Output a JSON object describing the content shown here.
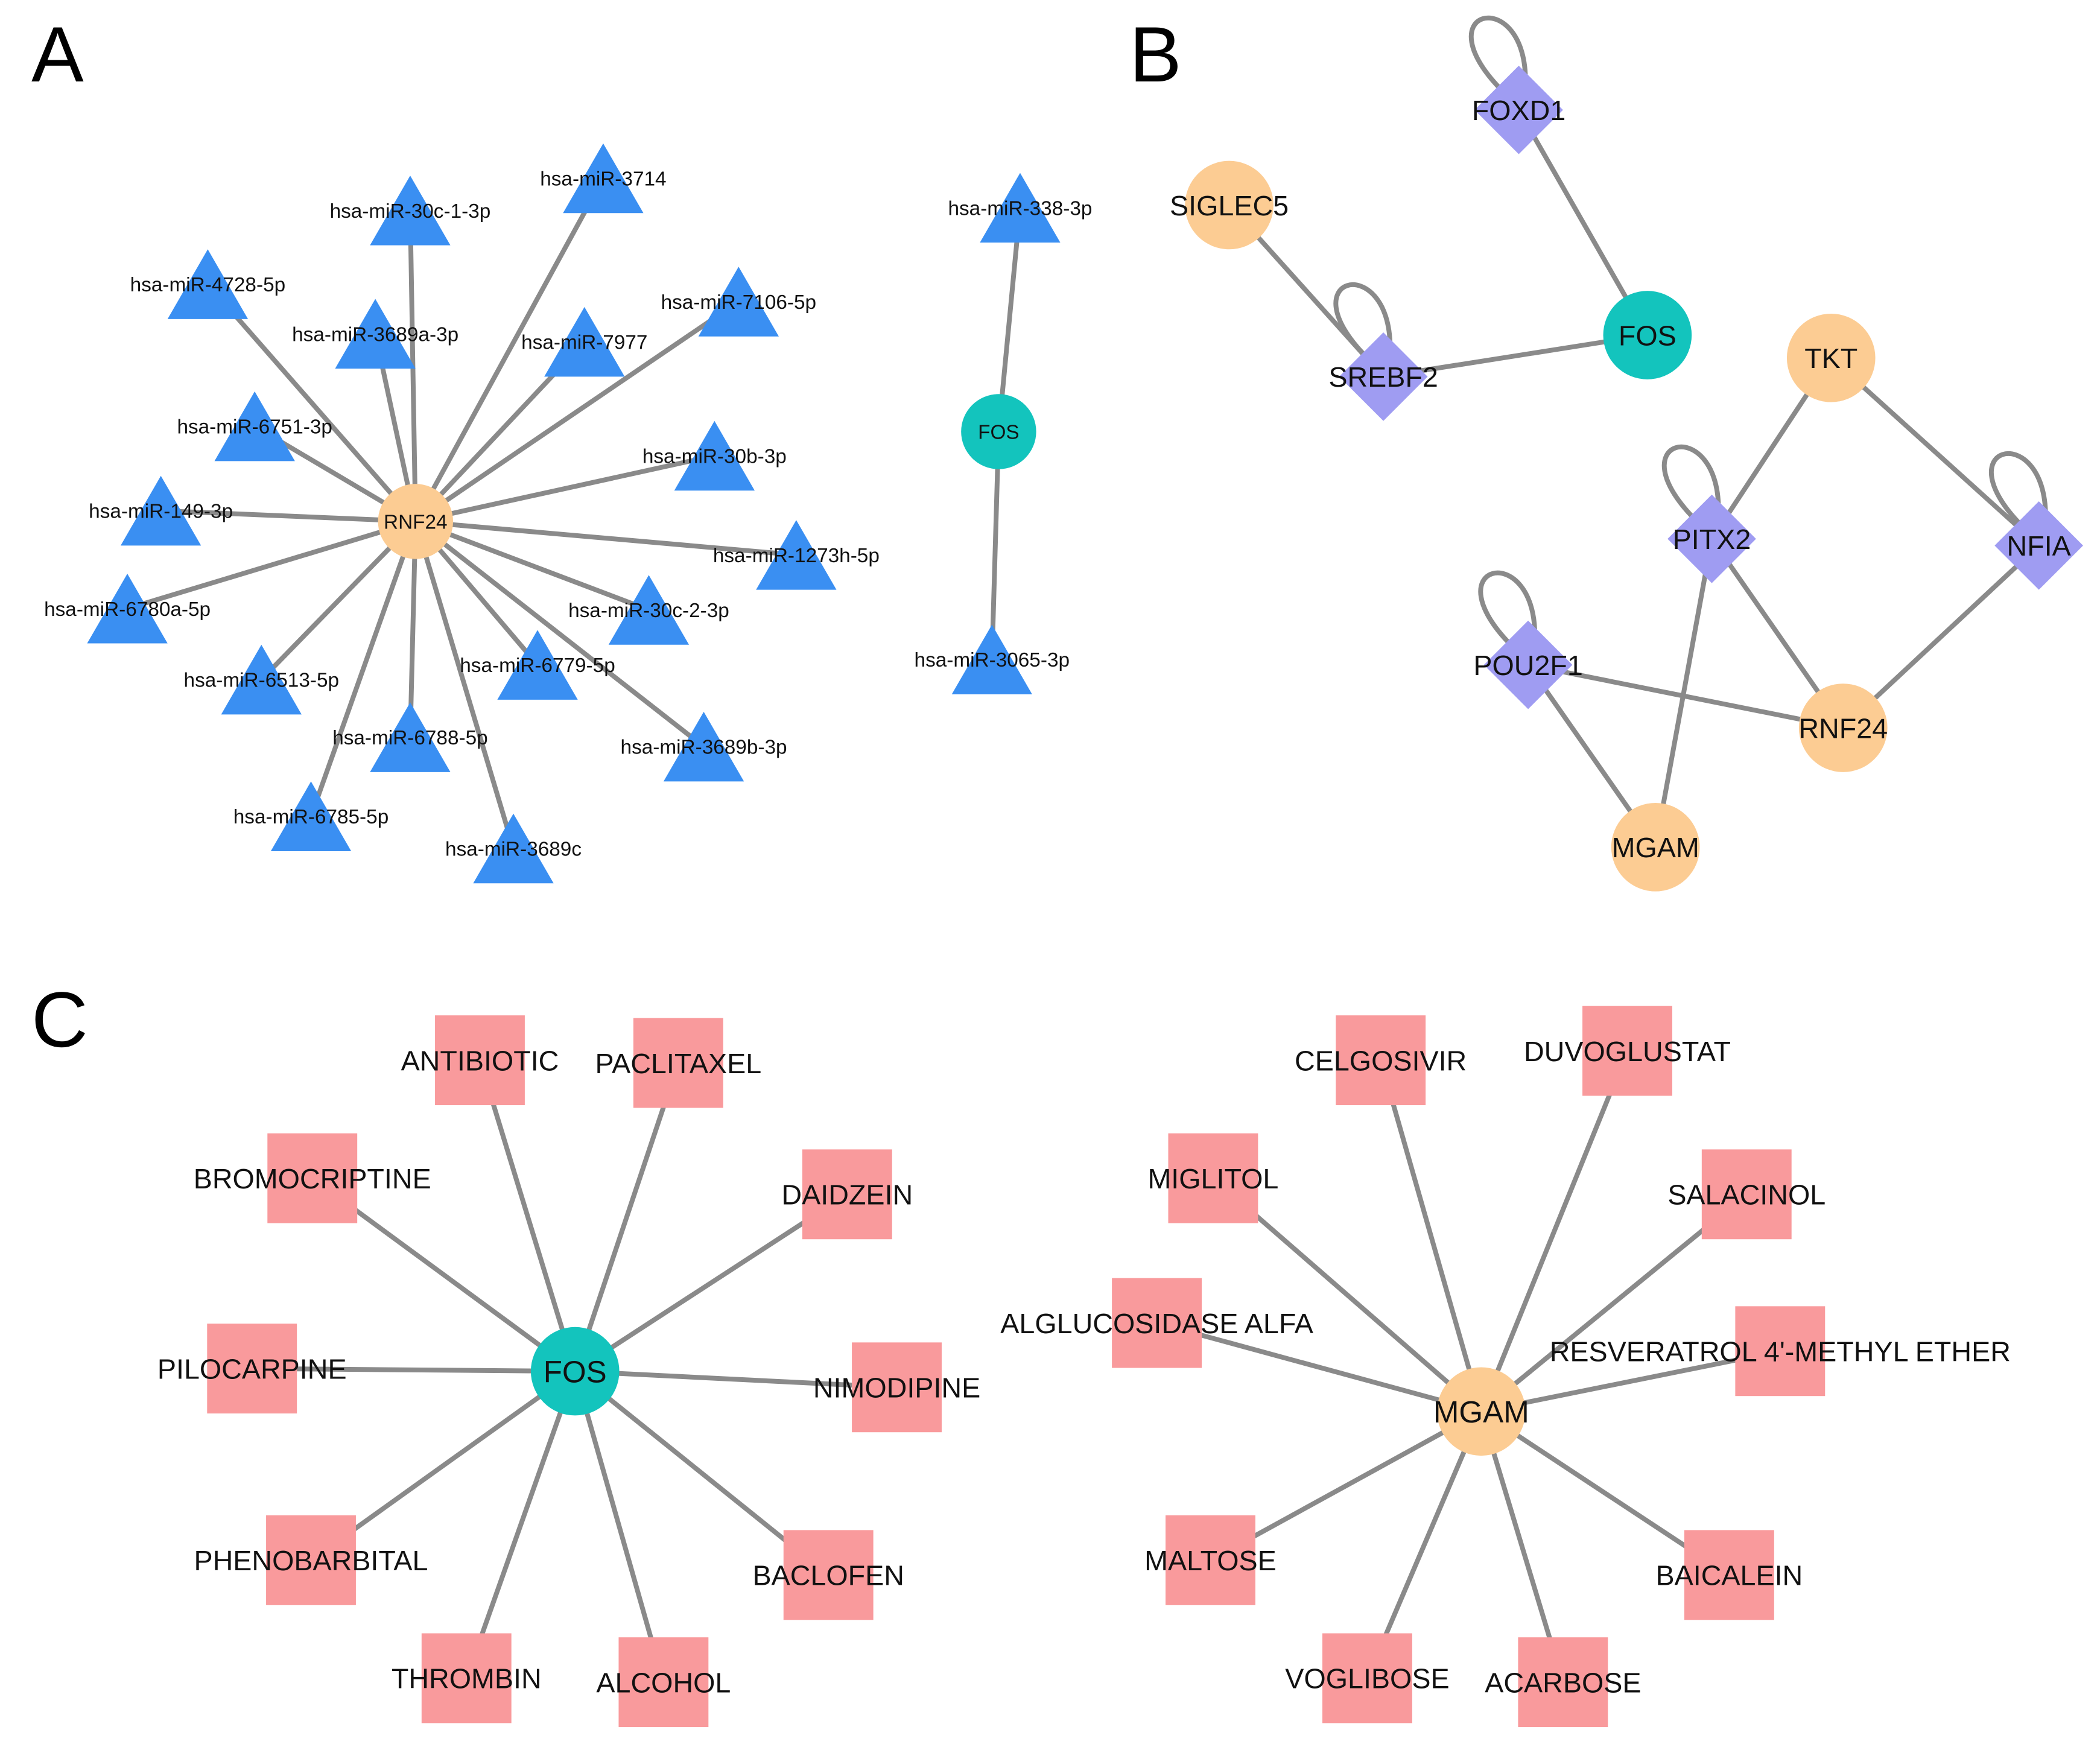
{
  "panels": [
    {
      "label": "A"
    },
    {
      "label": "B"
    },
    {
      "label": "C"
    }
  ],
  "colors": {
    "mirna": "#3a8ff2",
    "gene": "#fccc93",
    "fos": "#13c4bd",
    "tf": "#9f9cf2",
    "drug": "#f99a9c",
    "edge": "#8a8a8a"
  },
  "networks": {
    "A": {
      "nodes": [
        {
          "id": "RNF24",
          "label": "RNF24",
          "type": "gene"
        },
        {
          "id": "m3714",
          "label": "hsa-miR-3714",
          "type": "mirna"
        },
        {
          "id": "m30c1",
          "label": "hsa-miR-30c-1-3p",
          "type": "mirna"
        },
        {
          "id": "m4728",
          "label": "hsa-miR-4728-5p",
          "type": "mirna"
        },
        {
          "id": "m3689a",
          "label": "hsa-miR-3689a-3p",
          "type": "mirna"
        },
        {
          "id": "m7106",
          "label": "hsa-miR-7106-5p",
          "type": "mirna"
        },
        {
          "id": "m7977",
          "label": "hsa-miR-7977",
          "type": "mirna"
        },
        {
          "id": "m6751",
          "label": "hsa-miR-6751-3p",
          "type": "mirna"
        },
        {
          "id": "m30b",
          "label": "hsa-miR-30b-3p",
          "type": "mirna"
        },
        {
          "id": "m149",
          "label": "hsa-miR-149-3p",
          "type": "mirna"
        },
        {
          "id": "m1273h",
          "label": "hsa-miR-1273h-5p",
          "type": "mirna"
        },
        {
          "id": "m6780a",
          "label": "hsa-miR-6780a-5p",
          "type": "mirna"
        },
        {
          "id": "m30c2",
          "label": "hsa-miR-30c-2-3p",
          "type": "mirna"
        },
        {
          "id": "m6513",
          "label": "hsa-miR-6513-5p",
          "type": "mirna"
        },
        {
          "id": "m6779",
          "label": "hsa-miR-6779-5p",
          "type": "mirna"
        },
        {
          "id": "m6788",
          "label": "hsa-miR-6788-5p",
          "type": "mirna"
        },
        {
          "id": "m3689b",
          "label": "hsa-miR-3689b-3p",
          "type": "mirna"
        },
        {
          "id": "m6785",
          "label": "hsa-miR-6785-5p",
          "type": "mirna"
        },
        {
          "id": "m3689c",
          "label": "hsa-miR-3689c",
          "type": "mirna"
        },
        {
          "id": "FOS_A",
          "label": "FOS",
          "type": "fos"
        },
        {
          "id": "m338",
          "label": "hsa-miR-338-3p",
          "type": "mirna"
        },
        {
          "id": "m3065",
          "label": "hsa-miR-3065-3p",
          "type": "mirna"
        }
      ],
      "edges": [
        [
          "RNF24",
          "m3714"
        ],
        [
          "RNF24",
          "m30c1"
        ],
        [
          "RNF24",
          "m4728"
        ],
        [
          "RNF24",
          "m3689a"
        ],
        [
          "RNF24",
          "m7106"
        ],
        [
          "RNF24",
          "m7977"
        ],
        [
          "RNF24",
          "m6751"
        ],
        [
          "RNF24",
          "m30b"
        ],
        [
          "RNF24",
          "m149"
        ],
        [
          "RNF24",
          "m1273h"
        ],
        [
          "RNF24",
          "m6780a"
        ],
        [
          "RNF24",
          "m30c2"
        ],
        [
          "RNF24",
          "m6513"
        ],
        [
          "RNF24",
          "m6779"
        ],
        [
          "RNF24",
          "m6788"
        ],
        [
          "RNF24",
          "m3689b"
        ],
        [
          "RNF24",
          "m6785"
        ],
        [
          "RNF24",
          "m3689c"
        ],
        [
          "FOS_A",
          "m338"
        ],
        [
          "FOS_A",
          "m3065"
        ]
      ]
    },
    "B": {
      "nodes": [
        {
          "id": "FOXD1",
          "label": "FOXD1",
          "type": "tf",
          "selfloop": true
        },
        {
          "id": "SIGLEC5",
          "label": "SIGLEC5",
          "type": "gene"
        },
        {
          "id": "SREBF2",
          "label": "SREBF2",
          "type": "tf",
          "selfloop": true
        },
        {
          "id": "FOS_B",
          "label": "FOS",
          "type": "fos"
        },
        {
          "id": "TKT",
          "label": "TKT",
          "type": "gene"
        },
        {
          "id": "PITX2",
          "label": "PITX2",
          "type": "tf",
          "selfloop": true
        },
        {
          "id": "NFIA",
          "label": "NFIA",
          "type": "tf",
          "selfloop": true
        },
        {
          "id": "POU2F1",
          "label": "POU2F1",
          "type": "tf",
          "selfloop": true
        },
        {
          "id": "RNF24_B",
          "label": "RNF24",
          "type": "gene"
        },
        {
          "id": "MGAM_B",
          "label": "MGAM",
          "type": "gene"
        }
      ],
      "edges": [
        [
          "FOXD1",
          "FOS_B"
        ],
        [
          "SIGLEC5",
          "SREBF2"
        ],
        [
          "SREBF2",
          "FOS_B"
        ],
        [
          "TKT",
          "PITX2"
        ],
        [
          "TKT",
          "NFIA"
        ],
        [
          "PITX2",
          "RNF24_B"
        ],
        [
          "PITX2",
          "MGAM_B"
        ],
        [
          "NFIA",
          "RNF24_B"
        ],
        [
          "POU2F1",
          "RNF24_B"
        ],
        [
          "POU2F1",
          "MGAM_B"
        ]
      ]
    },
    "C": {
      "nodes": [
        {
          "id": "FOS_C",
          "label": "FOS",
          "type": "fos"
        },
        {
          "id": "antibiotic",
          "label": "ANTIBIOTIC",
          "type": "drug"
        },
        {
          "id": "paclitaxel",
          "label": "PACLITAXEL",
          "type": "drug"
        },
        {
          "id": "bromocriptine",
          "label": "BROMOCRIPTINE",
          "type": "drug"
        },
        {
          "id": "daidzein",
          "label": "DAIDZEIN",
          "type": "drug"
        },
        {
          "id": "pilocarpine",
          "label": "PILOCARPINE",
          "type": "drug"
        },
        {
          "id": "nimodipine",
          "label": "NIMODIPINE",
          "type": "drug"
        },
        {
          "id": "phenobarbital",
          "label": "PHENOBARBITAL",
          "type": "drug"
        },
        {
          "id": "baclofen",
          "label": "BACLOFEN",
          "type": "drug"
        },
        {
          "id": "thrombin",
          "label": "THROMBIN",
          "type": "drug"
        },
        {
          "id": "alcohol",
          "label": "ALCOHOL",
          "type": "drug"
        },
        {
          "id": "MGAM_C",
          "label": "MGAM",
          "type": "gene"
        },
        {
          "id": "celgosivir",
          "label": "CELGOSIVIR",
          "type": "drug"
        },
        {
          "id": "duvoglustat",
          "label": "DUVOGLUSTAT",
          "type": "drug"
        },
        {
          "id": "miglitol",
          "label": "MIGLITOL",
          "type": "drug"
        },
        {
          "id": "salacinol",
          "label": "SALACINOL",
          "type": "drug"
        },
        {
          "id": "alglucosidase",
          "label": "ALGLUCOSIDASE ALFA",
          "type": "drug"
        },
        {
          "id": "resveratrol",
          "label": "RESVERATROL 4'-METHYL ETHER",
          "type": "drug"
        },
        {
          "id": "maltose",
          "label": "MALTOSE",
          "type": "drug"
        },
        {
          "id": "baicalein",
          "label": "BAICALEIN",
          "type": "drug"
        },
        {
          "id": "voglibose",
          "label": "VOGLIBOSE",
          "type": "drug"
        },
        {
          "id": "acarbose",
          "label": "ACARBOSE",
          "type": "drug"
        }
      ],
      "edges": [
        [
          "FOS_C",
          "antibiotic"
        ],
        [
          "FOS_C",
          "paclitaxel"
        ],
        [
          "FOS_C",
          "bromocriptine"
        ],
        [
          "FOS_C",
          "daidzein"
        ],
        [
          "FOS_C",
          "pilocarpine"
        ],
        [
          "FOS_C",
          "nimodipine"
        ],
        [
          "FOS_C",
          "phenobarbital"
        ],
        [
          "FOS_C",
          "baclofen"
        ],
        [
          "FOS_C",
          "thrombin"
        ],
        [
          "FOS_C",
          "alcohol"
        ],
        [
          "MGAM_C",
          "celgosivir"
        ],
        [
          "MGAM_C",
          "duvoglustat"
        ],
        [
          "MGAM_C",
          "miglitol"
        ],
        [
          "MGAM_C",
          "salacinol"
        ],
        [
          "MGAM_C",
          "alglucosidase"
        ],
        [
          "MGAM_C",
          "resveratrol"
        ],
        [
          "MGAM_C",
          "maltose"
        ],
        [
          "MGAM_C",
          "baicalein"
        ],
        [
          "MGAM_C",
          "voglibose"
        ],
        [
          "MGAM_C",
          "acarbose"
        ]
      ]
    }
  }
}
